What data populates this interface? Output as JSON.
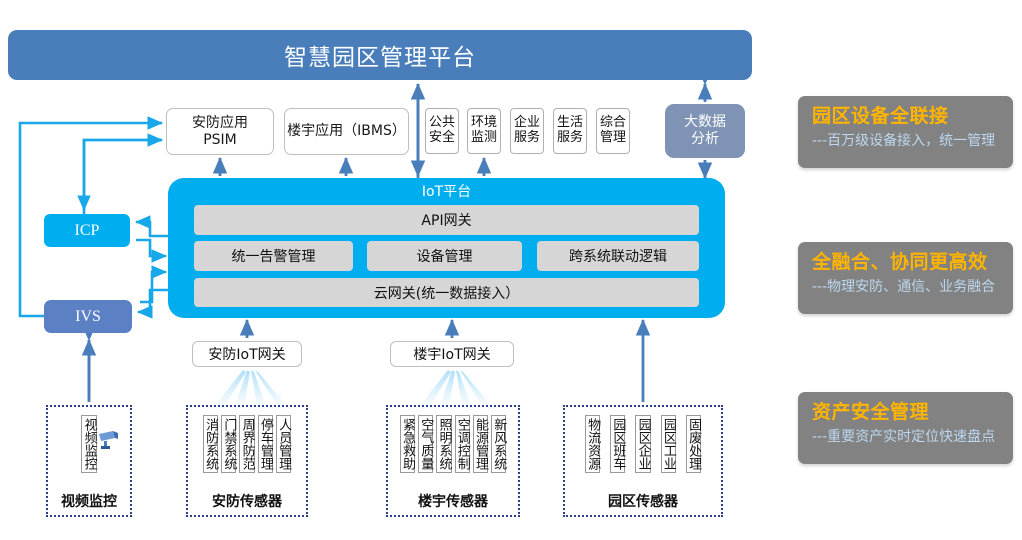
{
  "title": {
    "text": "智慧园区管理平台"
  },
  "apps": {
    "psim": "安防应用\nPSIM",
    "ibms": "楼宇应用（IBMS）",
    "mini": [
      "公共安全",
      "环境监测",
      "企业服务",
      "生活服务",
      "综合管理"
    ],
    "bigdata": "大数据\n分析"
  },
  "iot": {
    "title": "IoT平台",
    "api": "API网关",
    "services": [
      "统一告警管理",
      "设备管理",
      "跨系统联动逻辑"
    ],
    "cloud": "云网关(统一数据接入）"
  },
  "left": {
    "icp": "ICP",
    "ivs": "IVS"
  },
  "gateways": {
    "security": "安防IoT网关",
    "building": "楼宇IoT网关"
  },
  "groups": [
    {
      "label": "视频监控",
      "chips": [
        "视频监控"
      ]
    },
    {
      "label": "安防传感器",
      "chips": [
        "消防系统",
        "门禁系统",
        "周界防范",
        "停车管理",
        "人员管理"
      ]
    },
    {
      "label": "楼宇传感器",
      "chips": [
        "紧急救助",
        "空气质量",
        "照明系统",
        "空调控制",
        "能源管理",
        "新风系统"
      ]
    },
    {
      "label": "园区传感器",
      "chips": [
        "物流资源",
        "园区班车",
        "园区企业",
        "园区工业",
        "固废处理"
      ]
    }
  ],
  "features": [
    {
      "heading": "园区设备全联接",
      "sub": "---百万级设备接入，统一管理"
    },
    {
      "heading": "全融合、协同更高效",
      "sub": "---物理安防、通信、业务融合"
    },
    {
      "heading": "资产安全管理",
      "sub": "---重要资产实时定位快速盘点"
    }
  ],
  "colors": {
    "title_bar": "#4a7ebb",
    "iot_platform": "#00aeef",
    "icp": "#00aeef",
    "ivs": "#5b80c4",
    "bigdata": "#7f93b5",
    "feature_panel": "#828282",
    "feature_heading": "#ffb400",
    "feature_sub": "#bcd7ef",
    "band": "#d6d6d6",
    "group_border": "#2b3f87"
  }
}
